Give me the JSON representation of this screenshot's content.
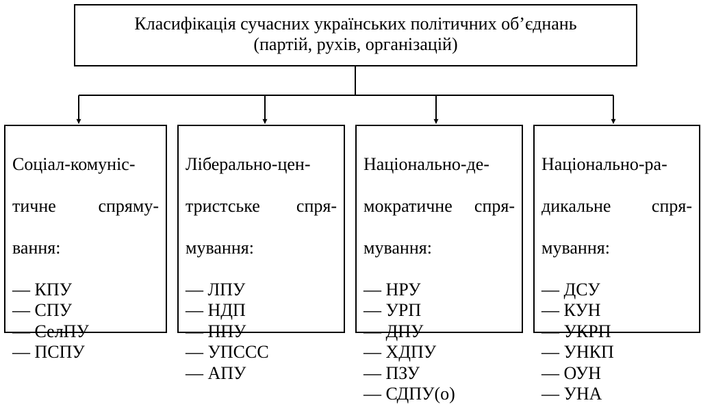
{
  "root": {
    "line1": "Класифікація сучасних українських політичних об’єднань",
    "line2": "(партій, рухів, організацій)"
  },
  "categories": [
    {
      "heading_lines": [
        "Соціал-комуніс-",
        "тичне спряму-",
        "вання:"
      ],
      "items": [
        "— КПУ",
        "— СПУ",
        "— СелПУ",
        "— ПСПУ"
      ]
    },
    {
      "heading_lines": [
        "Ліберально-цен-",
        "тристське спря-",
        "мування:"
      ],
      "items": [
        "— ЛПУ",
        "— НДП",
        "— ППУ",
        "— УПССС",
        "— АПУ"
      ]
    },
    {
      "heading_lines": [
        "Національно-де-",
        "мократичне спря-",
        "мування:"
      ],
      "items": [
        "— НРУ",
        "— УРП",
        "— ДПУ",
        "— ХДПУ",
        "— ПЗУ",
        "— СДПУ(о)"
      ]
    },
    {
      "heading_lines": [
        "Національно-ра-",
        "дикальне спря-",
        "мування:"
      ],
      "items": [
        "— ДСУ",
        "— КУН",
        "— УКРП",
        "— УНКП",
        "— ОУН",
        "— УНА"
      ]
    }
  ]
}
